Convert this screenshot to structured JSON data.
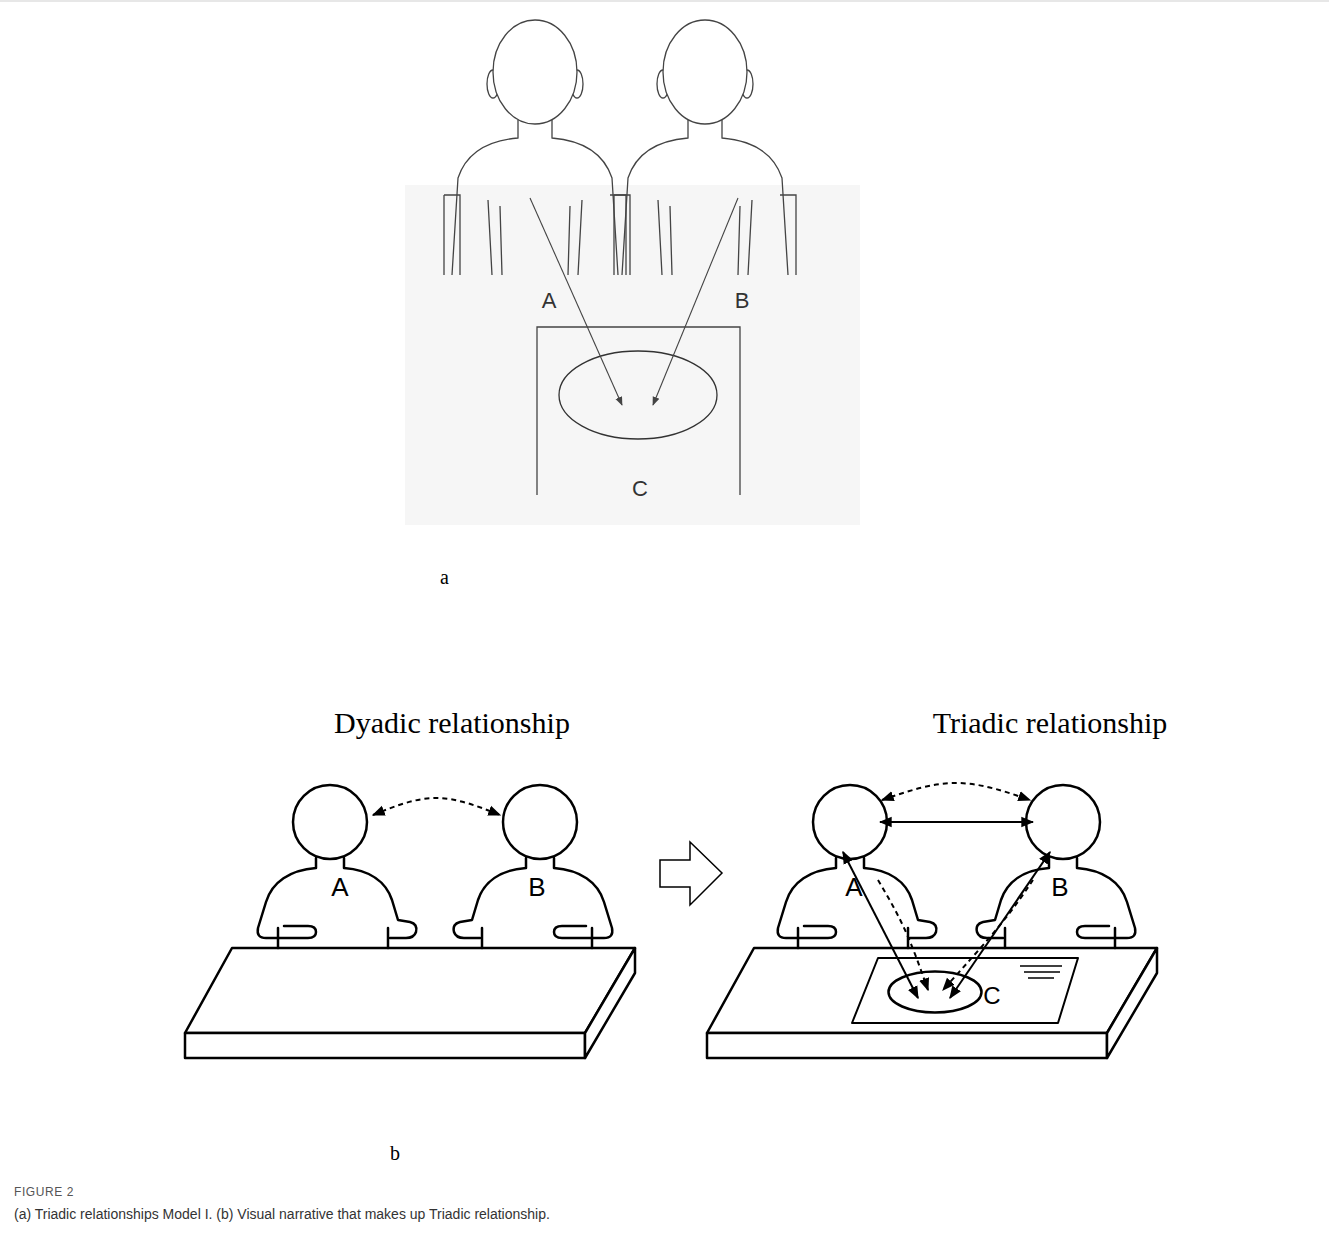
{
  "diagram": {
    "caption": "(a) Triadic relationships Model I. (b) Visual narrative that makes up Triadic relationship.",
    "nodes": [
      {
        "text": [
          "A"
        ]
      },
      {
        "text": [
          "B"
        ]
      },
      {
        "text": [
          "C"
        ]
      },
      {
        "text": [
          "A"
        ]
      },
      {
        "text": [
          "B"
        ]
      },
      {
        "text": [
          "A"
        ]
      },
      {
        "text": [
          "B"
        ]
      },
      {
        "text": [
          "C"
        ]
      }
    ],
    "edges": [
      {
        "from": 0,
        "to": 2,
        "arrow": "to"
      },
      {
        "from": 1,
        "to": 2,
        "arrow": "to"
      },
      {
        "from": 3,
        "to": 4,
        "arrow": "both"
      },
      {
        "from": 5,
        "to": 6,
        "arrow": "both"
      },
      {
        "from": 5,
        "to": 6,
        "arrow": "both"
      },
      {
        "from": 5,
        "to": 7,
        "arrow": "both"
      },
      {
        "from": 6,
        "to": 7,
        "arrow": "both"
      },
      {
        "from": 5,
        "to": 7,
        "arrow": "to"
      },
      {
        "from": 6,
        "to": 7,
        "arrow": "to"
      }
    ],
    "labels": [
      "a",
      "Dyadic relationship",
      "Triadic relationship",
      "b",
      "FIGURE 2"
    ]
  }
}
